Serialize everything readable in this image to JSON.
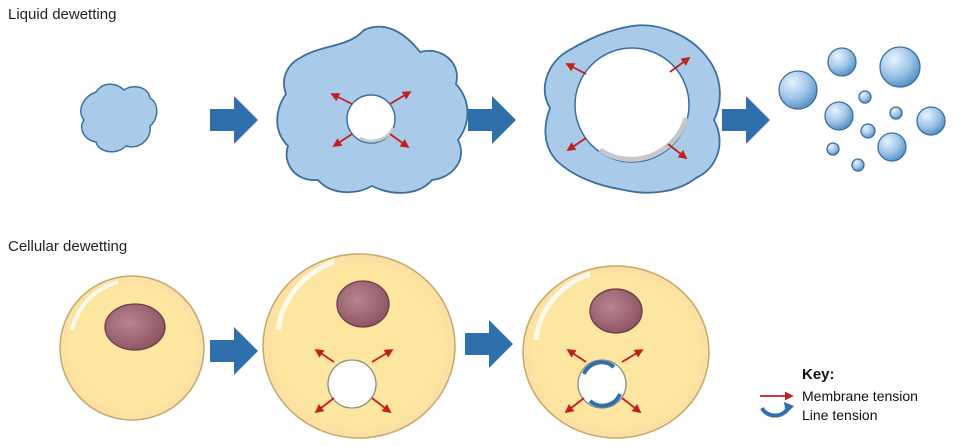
{
  "titles": {
    "liquid": "Liquid dewetting",
    "cellular": "Cellular dewetting"
  },
  "key": {
    "heading": "Key:",
    "membrane_tension": "Membrane tension",
    "line_tension": "Line tension"
  },
  "colors": {
    "liquid_fill": "#a9cbe9",
    "liquid_stroke": "#3a6f9e",
    "cell_fill": "#fde6a0",
    "cell_stroke": "#c9a66b",
    "nucleus_fill": "#a86a77",
    "arrow_blue": "#2f6fab",
    "tension_red": "#c41f1f"
  },
  "icons": [
    "process-arrow-icon",
    "membrane-tension-arrow-icon",
    "line-tension-icon"
  ]
}
